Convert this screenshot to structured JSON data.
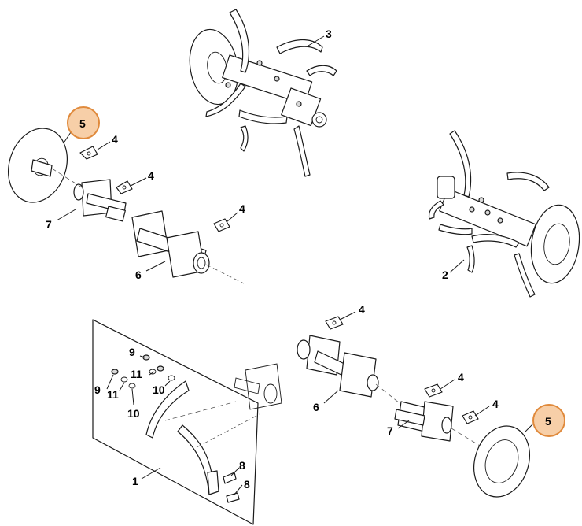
{
  "labels": {
    "l3": "3",
    "l5a": "5",
    "l4a": "4",
    "l4b": "4",
    "l4c": "4",
    "l7a": "7",
    "l6a": "6",
    "l2": "2",
    "l4d": "4",
    "l9a": "9",
    "l11a": "11",
    "l9b": "9",
    "l11b": "11",
    "l10a": "10",
    "l10b": "10",
    "l4e": "4",
    "l6b": "6",
    "l4f": "4",
    "l7b": "7",
    "l5b": "5",
    "l8a": "8",
    "l8b": "8",
    "l1": "1"
  },
  "colors": {
    "callout_fill": "#f7cfa8",
    "callout_stroke": "#e08a3c",
    "line": "#1a1a1a"
  }
}
